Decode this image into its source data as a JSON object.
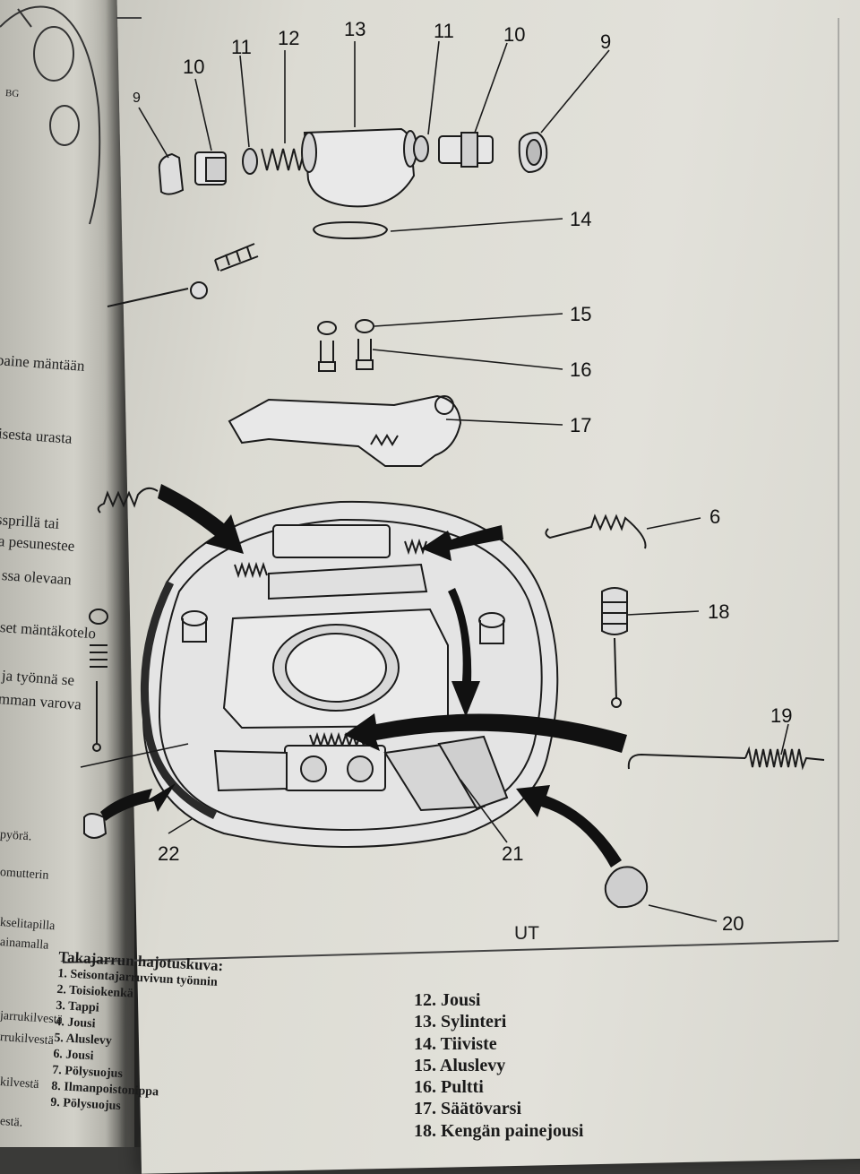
{
  "left_page": {
    "fragments": [
      {
        "id": "lp-1",
        "text": "BG"
      },
      {
        "id": "lp-2",
        "text": "paine mäntään"
      },
      {
        "id": "lp-3",
        "text": "isesta urasta"
      },
      {
        "id": "lp-4",
        "text": "ssprillä tai"
      },
      {
        "id": "lp-5",
        "text": "a pesunestee"
      },
      {
        "id": "lp-6",
        "text": "ssa olevaan"
      },
      {
        "id": "lp-7",
        "text": "set mäntäkotelo"
      },
      {
        "id": "lp-8",
        "text": "ja työnnä se"
      },
      {
        "id": "lp-9",
        "text": "mman varova"
      },
      {
        "id": "lp-10",
        "text": "pyörä."
      },
      {
        "id": "lp-11",
        "text": "omutterin"
      },
      {
        "id": "lp-12",
        "text": "kselitapilla"
      },
      {
        "id": "lp-13",
        "text": "ainamalla"
      },
      {
        "id": "lp-14",
        "text": "jarrukilvestä"
      },
      {
        "id": "lp-15",
        "text": "rrukilvestä"
      },
      {
        "id": "lp-16",
        "text": "kilvestä"
      },
      {
        "id": "lp-17",
        "text": "estä."
      }
    ]
  },
  "figure": {
    "callouts": [
      {
        "id": "c-9a",
        "text": "9"
      },
      {
        "id": "c-10a",
        "text": "10"
      },
      {
        "id": "c-11a",
        "text": "11"
      },
      {
        "id": "c-12",
        "text": "12"
      },
      {
        "id": "c-13",
        "text": "13"
      },
      {
        "id": "c-11b",
        "text": "11"
      },
      {
        "id": "c-10b",
        "text": "10"
      },
      {
        "id": "c-9b",
        "text": "9"
      },
      {
        "id": "c-14",
        "text": "14"
      },
      {
        "id": "c-15",
        "text": "15"
      },
      {
        "id": "c-16",
        "text": "16"
      },
      {
        "id": "c-17",
        "text": "17"
      },
      {
        "id": "c-6",
        "text": "6"
      },
      {
        "id": "c-18",
        "text": "18"
      },
      {
        "id": "c-19",
        "text": "19"
      },
      {
        "id": "c-20",
        "text": "20"
      },
      {
        "id": "c-21",
        "text": "21"
      },
      {
        "id": "c-22",
        "text": "22"
      }
    ],
    "stamp": "UT"
  },
  "caption": {
    "title": "Takajarrun hajotuskuva:",
    "items": [
      "1. Seisontajarruvivun työnnin",
      "2. Toisiokenkä",
      "3. Tappi",
      "4. Jousi",
      "5. Aluslevy",
      "6. Jousi",
      "7. Pölysuojus",
      "8. Ilmanpoistonippa",
      "9. Pölysuojus"
    ]
  },
  "legend_right": [
    "12. Jousi",
    "13. Sylinteri",
    "14. Tiiviste",
    "15. Aluslevy",
    "16. Pultti",
    "17. Säätövarsi",
    "18. Kengän painejousi"
  ]
}
